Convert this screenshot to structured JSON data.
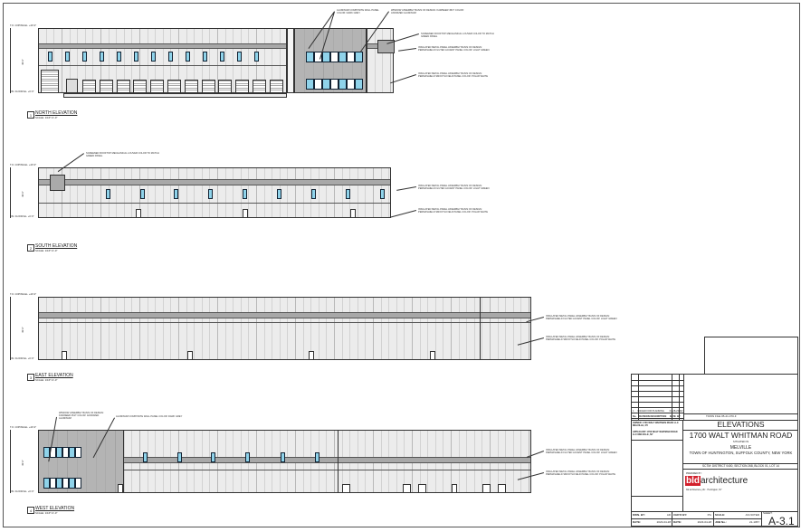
{
  "elevations": [
    {
      "number": "1",
      "title": "NORTH ELEVATION",
      "scale": "SCALE: 1/16\"=1'-0\""
    },
    {
      "number": "2",
      "title": "SOUTH ELEVATION",
      "scale": "SCALE: 1/16\"=1'-0\""
    },
    {
      "number": "3",
      "title": "EAST ELEVATION",
      "scale": "SCALE: 1/16\"=1'-0\""
    },
    {
      "number": "4",
      "title": "WEST ELEVATION",
      "scale": "SCALE: 1/16\"=1'-0\""
    }
  ],
  "levels": {
    "top": "T.O. COPING EL. +43'-0\"",
    "bottom": "FIN. FLOOR EL. +0'-0\"",
    "height": "43'-0\""
  },
  "notes": {
    "acm": "ALUMINUM COMPOSITE WALL PANEL COLOR: DARK GREY",
    "window": "WINDOW ASSEMBLY BASIS OF DESIGN: KAWNEER 451T COLOR: ANODIZED ALUMINUM",
    "mech": "SCREENED ROOFTOP MECHANICAL LOUVER COLOR TO MATCH GREEN PANEL",
    "accent": "INSULATED METAL PANEL ASSEMBLY BASIS OF DESIGN: PERMASHIELD FLUTED ACCENT PANEL COLOR: LIGHT GREEN",
    "field": "INSULATED METAL PANEL ASSEMBLY BASIS OF DESIGN: PERMASHIELD SMOOTH FIELD PANEL COLOR: POLAR WHITE"
  },
  "title_block": {
    "revisions": [
      {
        "no": "1",
        "desc": "ISSUED FOR PLANNING",
        "date": "04-28-23",
        "by": "AD"
      }
    ],
    "rev_headers": {
      "no": "No.",
      "desc": "REVISION DESCRIPTION",
      "date": "DATE",
      "by": "BY"
    },
    "owner": "OWNER: 1700 WALT WHITMAN ROAD LLC MELVILLE, NY",
    "applicant": "APPLICANT: 1700 WALT WHITMAN ROAD LLC MELVILLE, NY",
    "town_file": "TOWN FILE #5-21-070-F",
    "sheet_title": "ELEVATIONS",
    "project": "1700 WALT WHITMAN ROAD",
    "situated": "SITUATED IN",
    "place": "MELVILLE",
    "town": "TOWN OF HUNTINGTON, SUFFOLK COUNTY, NEW YORK",
    "sctm": "SCTM: DISTRICT 0400, SECTION 268, BLOCK 01, LOT 14",
    "prepared_by": "PREPARED BY:",
    "firm_logo_bold": "bld",
    "firm_logo": "architecture",
    "firm_info": "bld architecture, pllc · Huntington, NY",
    "drawn_by_label": "DWN. BY:",
    "drawn_by": "AD",
    "chkd_by_label": "CHK'D BY:",
    "chkd_by": "PG",
    "date_label": "DATE:",
    "date": "2023-04-28",
    "scale_label": "SCALE:",
    "scale": "AS NOTED",
    "job_label": "JOB No.:",
    "job": "21-1057",
    "sheet_label": "SHEET:",
    "sheet": "A-3.1"
  }
}
